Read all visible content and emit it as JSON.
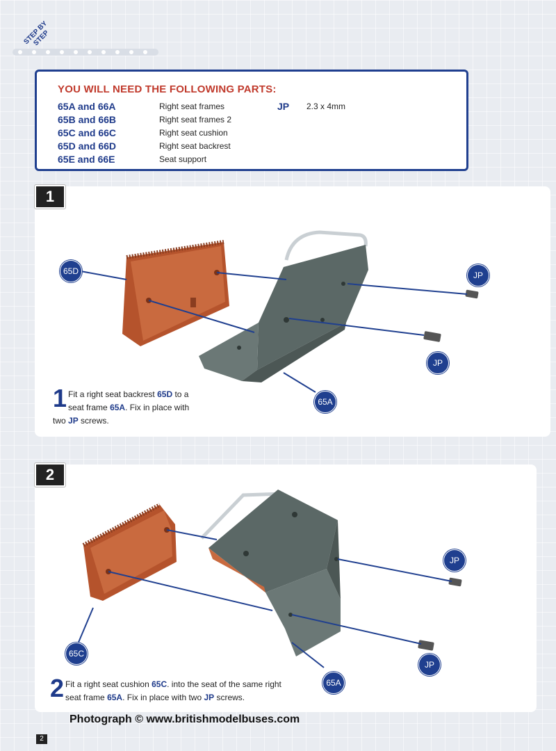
{
  "header": {
    "step_line1": "STEP BY",
    "step_line2": "STEP",
    "dot_count": 10
  },
  "parts": {
    "title": "YOU WILL NEED THE FOLLOWING PARTS:",
    "items": [
      {
        "code": "65A and 66A",
        "desc": "Right seat frames"
      },
      {
        "code": "65B and 66B",
        "desc": "Right seat frames 2"
      },
      {
        "code": "65C and 66C",
        "desc": "Right seat cushion"
      },
      {
        "code": "65D and 66D",
        "desc": "Right seat backrest"
      },
      {
        "code": "65E and 66E",
        "desc": "Seat support"
      }
    ],
    "screw": {
      "code": "JP",
      "desc": "2.3 x 4mm"
    }
  },
  "step1": {
    "number": "1",
    "text_parts": [
      "Fit a right seat backrest ",
      "65D",
      " to a seat frame ",
      "65A",
      ". Fix in place with two ",
      "JP",
      " screws."
    ],
    "callouts": {
      "backrest": "65D",
      "frame": "65A",
      "screw_top": "JP",
      "screw_bottom": "JP"
    }
  },
  "step2": {
    "number": "2",
    "text_parts": [
      "Fit a right seat cushion ",
      "65C",
      ". into the seat of the same right seat frame ",
      "65A",
      ". Fix in place with two ",
      "JP",
      " screws."
    ],
    "callouts": {
      "cushion": "65C",
      "frame": "65A",
      "screw_top": "JP",
      "screw_bottom": "JP"
    }
  },
  "footer": {
    "watermark": "Photograph © www.britishmodelbuses.com",
    "page_number": "2"
  },
  "colors": {
    "navy": "#1f3f8f",
    "title_red": "#c0392b",
    "part_orange": "#b5532c",
    "frame_grey": "#5b6866"
  }
}
